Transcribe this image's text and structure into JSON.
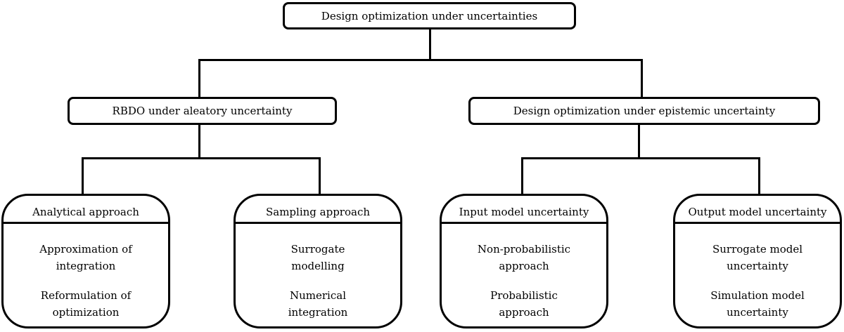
{
  "diagram": {
    "root": {
      "label": "Design optimization under uncertainties"
    },
    "branches": [
      {
        "label": "RBDO under aleatory uncertainty",
        "children": [
          {
            "title": "Analytical approach",
            "items": [
              "Approximation of\nintegration",
              "Reformulation of\noptimization"
            ]
          },
          {
            "title": "Sampling approach",
            "items": [
              "Surrogate\nmodelling",
              "Numerical\nintegration"
            ]
          }
        ]
      },
      {
        "label": "Design optimization under epistemic uncertainty",
        "children": [
          {
            "title": "Input model uncertainty",
            "items": [
              "Non-probabilistic\napproach",
              "Probabilistic\napproach"
            ]
          },
          {
            "title": "Output model uncertainty",
            "items": [
              "Surrogate model\nuncertainty",
              "Simulation model\nuncertainty"
            ]
          }
        ]
      }
    ]
  }
}
